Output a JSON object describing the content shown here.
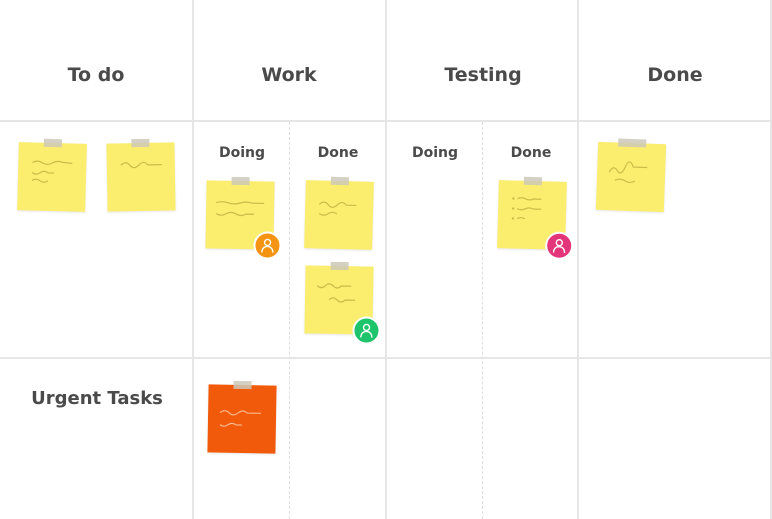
{
  "columns": [
    {
      "title": "To do"
    },
    {
      "title": "Work",
      "subcolumns": [
        "Doing",
        "Done"
      ]
    },
    {
      "title": "Testing",
      "subcolumns": [
        "Doing",
        "Done"
      ]
    },
    {
      "title": "Done"
    }
  ],
  "rows": {
    "urgent_label": "Urgent Tasks"
  },
  "colors": {
    "note_yellow": "#fbee6e",
    "note_urgent": "#f15a0a",
    "avatar_orange": "#f59413",
    "avatar_green": "#1ec46b",
    "avatar_pink": "#e2357a",
    "grid_line": "#e6e6e6"
  },
  "avatars": [
    "user-icon-orange",
    "user-icon-green",
    "user-icon-pink"
  ]
}
